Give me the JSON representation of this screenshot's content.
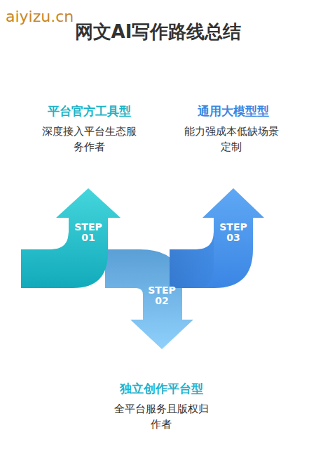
{
  "diagram": {
    "title": "网文AI写作路线总结",
    "nodes": [
      {
        "text": [
          "STEP 01",
          "平台官方工具型",
          "深度接入平台生态服务作者"
        ]
      },
      {
        "text": [
          "STEP 02",
          "独立创作平台型",
          "全平台服务且版权归作者"
        ]
      },
      {
        "text": [
          "STEP 03",
          "通用大模型型",
          "能力强成本低缺场景定制"
        ]
      }
    ],
    "labels": [
      "aiyizu.cn"
    ]
  }
}
